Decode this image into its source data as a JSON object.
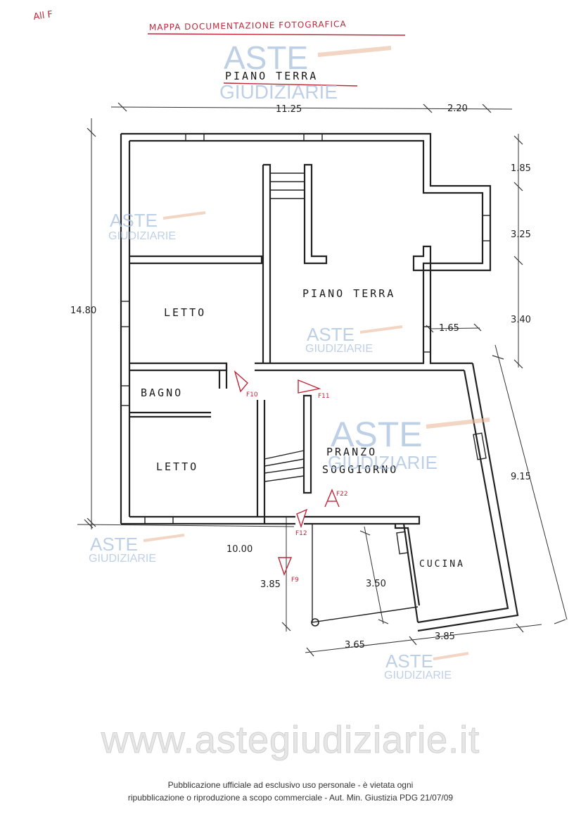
{
  "header": {
    "corner_note": "All F",
    "doc_title": "MAPPA DOCUMENTAZIONE FOTOGRAFICA",
    "floor_title": "PIANO TERRA"
  },
  "rooms": {
    "main": "PIANO TERRA",
    "letto_top": "LETTO",
    "bagno": "BAGNO",
    "letto_bottom": "LETTO",
    "pranzo": "PRANZO",
    "soggiorno": "SOGGIORNO",
    "cucina": "CUCINA"
  },
  "dimensions": {
    "top_width": "11.25",
    "top_ext": "2.20",
    "left_height": "14.80",
    "r1": "1.85",
    "r2": "3.25",
    "r3": "3.40",
    "inner": "1.65",
    "r4": "9.15",
    "bottom_width": "10.00",
    "b_left": "3.85",
    "b_mid": "3.50",
    "b_a": "3.65",
    "b_b": "3.85"
  },
  "photo_points": {
    "f10": "F10",
    "f11": "F11",
    "f12": "F12",
    "f9": "F9",
    "f22": "F22"
  },
  "watermark": {
    "brand_top": "ASTE",
    "brand_bottom": "GIUDIZIARIE",
    "url": "www.astegiudiziarie.it"
  },
  "footer": {
    "line1": "Pubblicazione ufficiale ad esclusivo uso personale - è vietata ogni",
    "line2": "ripubblicazione o riproduzione a scopo commerciale - Aut. Min. Giustizia PDG 21/07/09"
  },
  "colors": {
    "ink": "#222222",
    "annotation_red": "#c0283a",
    "watermark_blue": "#a9c1dd"
  }
}
